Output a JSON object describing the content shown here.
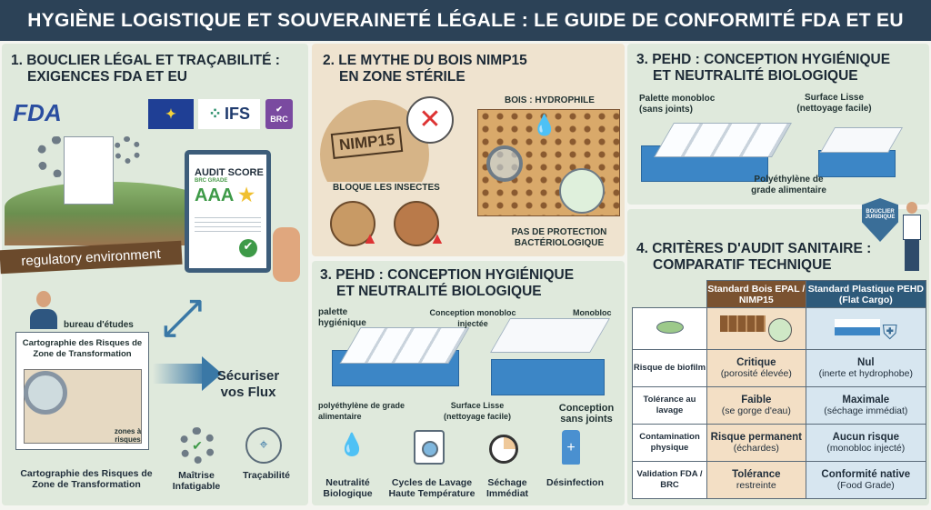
{
  "header": {
    "title": "HYGIÈNE LOGISTIQUE ET SOUVERAINETÉ LÉGALE : LE GUIDE DE CONFORMITÉ FDA ET EU"
  },
  "panel1": {
    "title_line1": "1. BOUCLIER LÉGAL ET TRAÇABILITÉ :",
    "title_line2": "EXIGENCES FDA ET EU",
    "logos": {
      "fda": "FDA",
      "ifs": "IFS",
      "brc": "BRC"
    },
    "audit": {
      "title": "AUDIT SCORE",
      "grade_label": "BRC GRADE",
      "grade": "AAA"
    },
    "banner": "regulatory environment",
    "person_label": "bureau d'études",
    "map_title": "Cartographie des Risques de Zone de Transformation",
    "map_zone": "zones à risques",
    "arrow_text": "Sécuriser vos Flux",
    "caption": "Cartographie des Risques de Zone de Transformation",
    "icons": [
      {
        "icon": "gear-check-icon",
        "label": "Maîtrise Infatigable"
      },
      {
        "icon": "location-target-icon",
        "label": "Traçabilité"
      }
    ]
  },
  "panel2": {
    "title_line1": "2. LE MYTHE DU BOIS NIMP15",
    "title_line2": "EN ZONE STÉRILE",
    "stamp": "NIMP15",
    "blocks": "BLOQUE LES INSECTES",
    "hydro": "BOIS : HYDROPHILE",
    "no_protection": "PAS DE PROTECTION BACTÉRIOLOGIQUE"
  },
  "panel3": {
    "title_line1": "3. PEHD : CONCEPTION HYGIÉNIQUE",
    "title_line2": "ET NEUTRALITÉ BIOLOGIQUE",
    "labels": {
      "hygienic": "palette hygiénique",
      "poly": "polyéthylène de grade alimentaire",
      "injected": "Conception monobloc injectée",
      "monobloc": "Monobloc",
      "smooth": "Surface Lisse (nettoyage facile)",
      "seamless": "Conception sans joints"
    },
    "icons": [
      {
        "icon": "water-leaf-icon",
        "label": "Neutralité Biologique"
      },
      {
        "icon": "washing-machine-icon",
        "label": "Cycles de Lavage Haute Température"
      },
      {
        "icon": "sun-clock-icon",
        "label": "Séchage Immédiat"
      },
      {
        "icon": "sanitizer-icon",
        "label": "Désinfection"
      }
    ]
  },
  "panel3b": {
    "title_line1": "3. PEHD : CONCEPTION HYGIÉNIQUE",
    "title_line2": "ET NEUTRALITÉ BIOLOGIQUE",
    "labels": {
      "monobloc": "Palette monobloc (sans joints)",
      "smooth": "Surface Lisse (nettoyage facile)",
      "poly": "Polyéthylène de grade alimentaire"
    }
  },
  "panel4": {
    "title_line1": "4. CRITÈRES D'AUDIT SANITAIRE :",
    "title_line2": "COMPARATIF TECHNIQUE",
    "shield": "BOUCLIER JURIDIQUE",
    "columns": [
      {
        "title": "Standard Bois EPAL / NIMP15",
        "color": "#7a5230"
      },
      {
        "title": "Standard Plastique PEHD (Flat Cargo)",
        "color": "#2e5a7a"
      }
    ],
    "rows": [
      {
        "criterion": "Risque de biofilm",
        "wood": {
          "main": "Critique",
          "sub": "(porosité élevée)"
        },
        "plastic": {
          "main": "Nul",
          "sub": "(inerte et hydrophobe)"
        }
      },
      {
        "criterion": "Tolérance au lavage",
        "wood": {
          "main": "Faible",
          "sub": "(se gorge d'eau)"
        },
        "plastic": {
          "main": "Maximale",
          "sub": "(séchage immédiat)"
        }
      },
      {
        "criterion": "Contamination physique",
        "wood": {
          "main": "Risque permanent",
          "sub": "(échardes)"
        },
        "plastic": {
          "main": "Aucun risque",
          "sub": "(monobloc injecté)"
        }
      },
      {
        "criterion": "Validation FDA / BRC",
        "wood": {
          "main": "Tolérance",
          "sub": "restreinte"
        },
        "plastic": {
          "main": "Conformité native",
          "sub": "(Food Grade)"
        }
      }
    ]
  }
}
